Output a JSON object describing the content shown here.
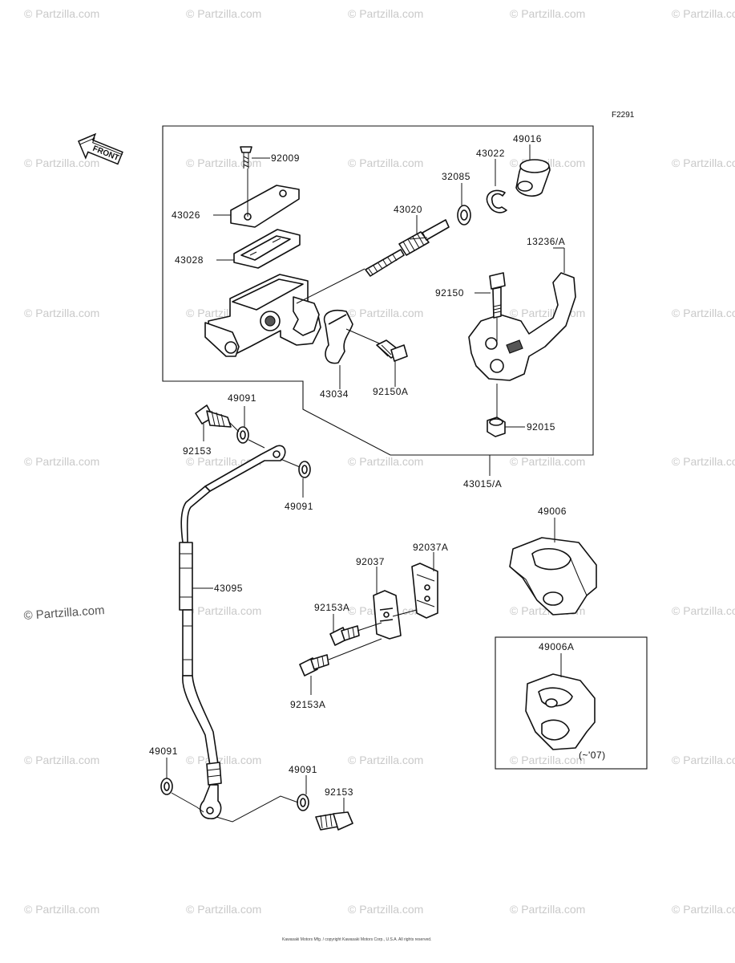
{
  "diagram_code": "F2291",
  "front_label": "FRONT",
  "watermark": "© Partzilla.com",
  "watermark_center": "© Partzilla.com",
  "variant_note": "(~'07)",
  "copyright": "Kawasaki Motors Mfg. / copyright Kawasaki Motors Corp., U.S.A. All rights reserved.",
  "labels": {
    "p92009": "92009",
    "p43026": "43026",
    "p43028": "43028",
    "p43020": "43020",
    "p32085": "32085",
    "p43022": "43022",
    "p49016": "49016",
    "p13236A": "13236/A",
    "p92150": "92150",
    "p43034": "43034",
    "p92150A": "92150A",
    "p92015": "92015",
    "p43015A": "43015/A",
    "p49091a": "49091",
    "p92153a": "92153",
    "p49091b": "49091",
    "p43095": "43095",
    "p92037": "92037",
    "p92037A": "92037A",
    "p92153Aa": "92153A",
    "p92153Ab": "92153A",
    "p49006": "49006",
    "p49006A": "49006A",
    "p49091c": "49091",
    "p49091d": "49091",
    "p92153b": "92153"
  }
}
